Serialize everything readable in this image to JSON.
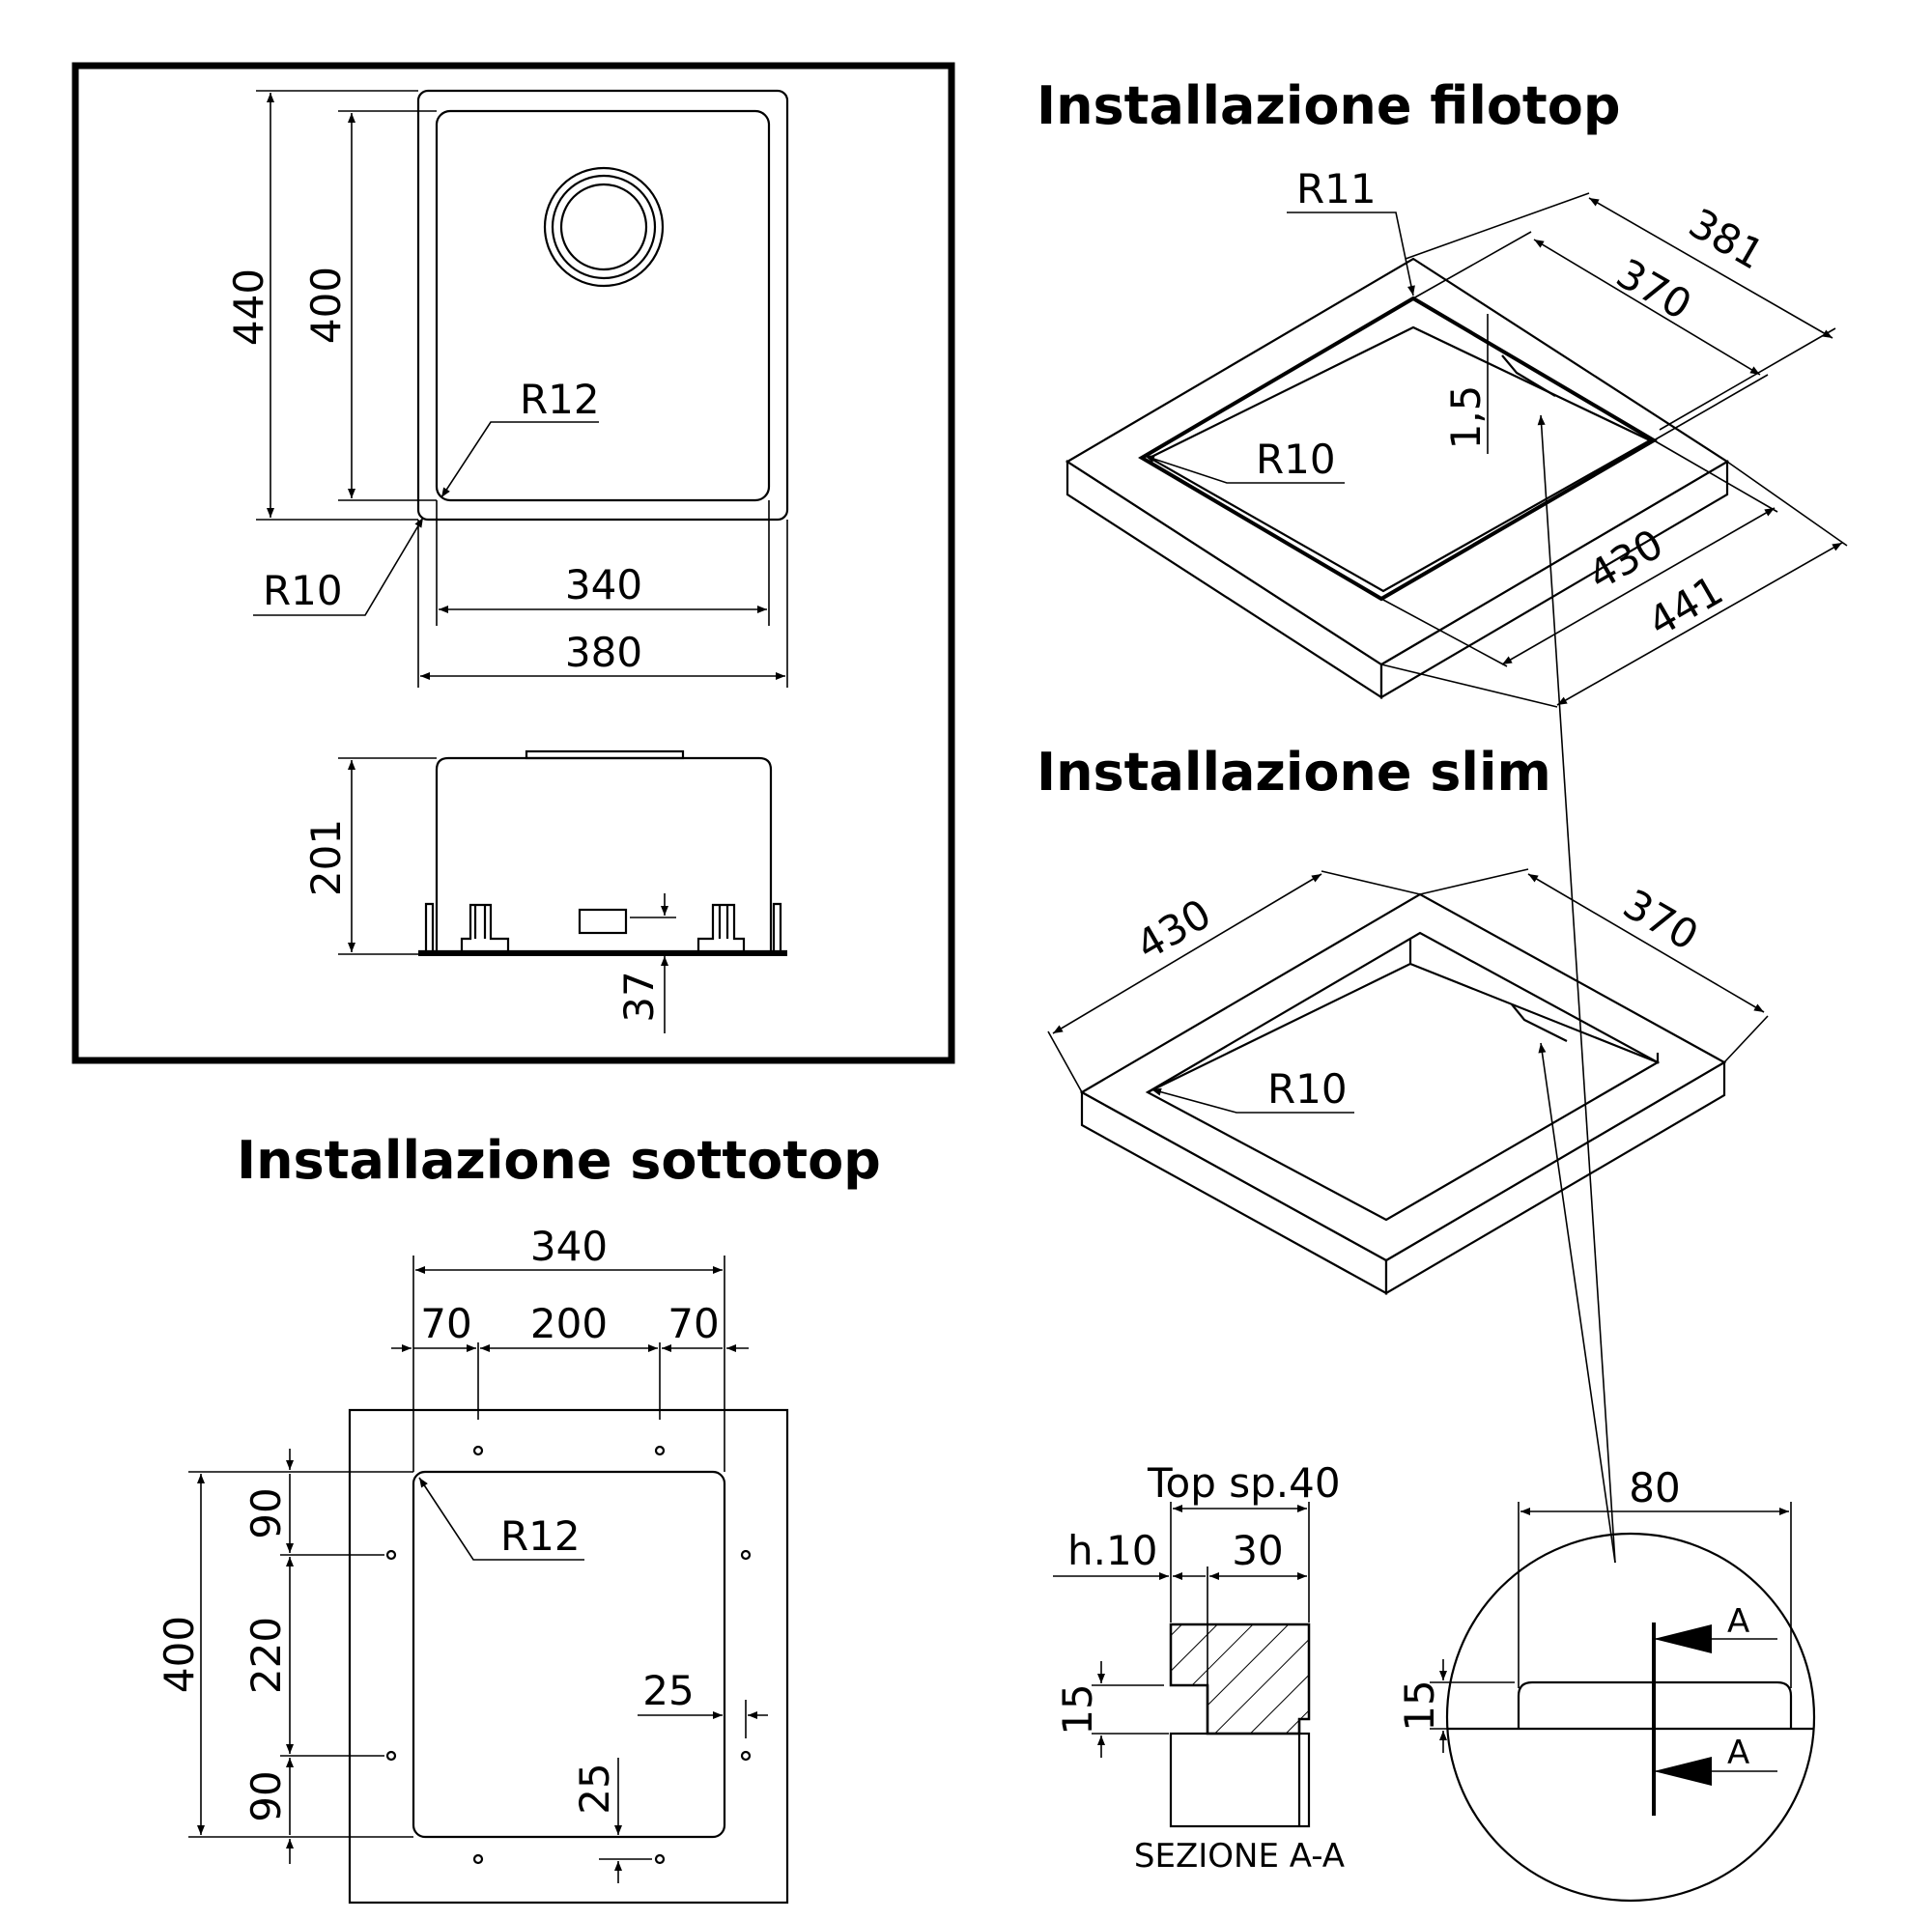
{
  "headings": {
    "filotop": "Installazione filotop",
    "slim": "Installazione slim",
    "sottotop": "Installazione sottotop"
  },
  "top_view": {
    "d440": "440",
    "d400": "400",
    "r12": "R12",
    "r10": "R10",
    "d340": "340",
    "d380": "380"
  },
  "side_view": {
    "d201": "201",
    "d37": "37"
  },
  "filotop": {
    "r11": "R11",
    "d381": "381",
    "d370": "370",
    "d1_5": "1,5",
    "r10": "R10",
    "d430": "430",
    "d441": "441"
  },
  "slim": {
    "d430": "430",
    "d370": "370",
    "r10": "R10"
  },
  "sottotop": {
    "d340": "340",
    "d70a": "70",
    "d200": "200",
    "d70b": "70",
    "r12": "R12",
    "d400": "400",
    "d90a": "90",
    "d220": "220",
    "d90b": "90",
    "d25a": "25",
    "d25b": "25"
  },
  "section": {
    "top": "Top sp.40",
    "h10": "h.10",
    "d30": "30",
    "d15": "15",
    "title": "SEZIONE A-A"
  },
  "detail": {
    "d80": "80",
    "d15": "15",
    "a1": "A",
    "a2": "A"
  }
}
